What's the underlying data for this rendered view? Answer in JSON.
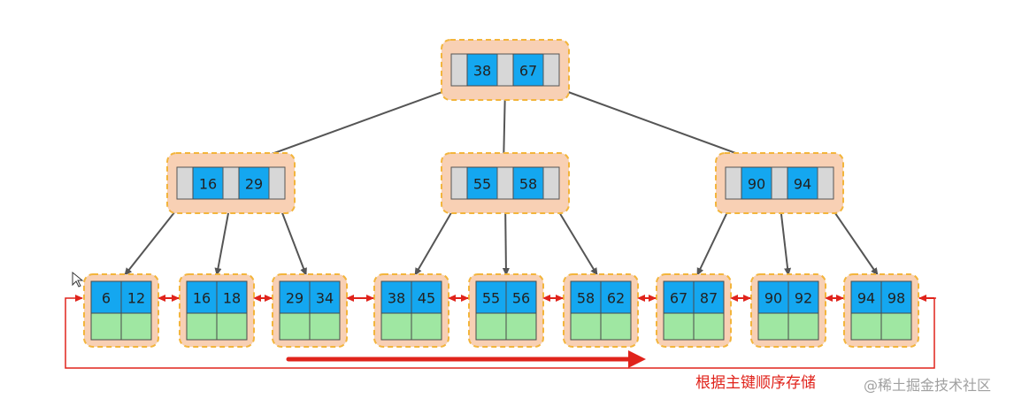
{
  "tree": {
    "root": {
      "keys": [
        "38",
        "67"
      ]
    },
    "internal": [
      {
        "keys": [
          "16",
          "29"
        ]
      },
      {
        "keys": [
          "55",
          "58"
        ]
      },
      {
        "keys": [
          "90",
          "94"
        ]
      }
    ],
    "leaves": [
      {
        "keys": [
          "6",
          "12"
        ]
      },
      {
        "keys": [
          "16",
          "18"
        ]
      },
      {
        "keys": [
          "29",
          "34"
        ]
      },
      {
        "keys": [
          "38",
          "45"
        ]
      },
      {
        "keys": [
          "55",
          "56"
        ]
      },
      {
        "keys": [
          "58",
          "62"
        ]
      },
      {
        "keys": [
          "67",
          "87"
        ]
      },
      {
        "keys": [
          "90",
          "92"
        ]
      },
      {
        "keys": [
          "94",
          "98"
        ]
      }
    ]
  },
  "caption": "根据主键顺序存储",
  "watermark": "@稀土掘金技术社区",
  "colors": {
    "key_cell": "#14a7f0",
    "pointer_cell": "#d7d7d7",
    "data_cell": "#9fe7a2",
    "node_background": "#f8d0b4",
    "node_border": "#f3b53c",
    "link_red": "#e0231b"
  }
}
